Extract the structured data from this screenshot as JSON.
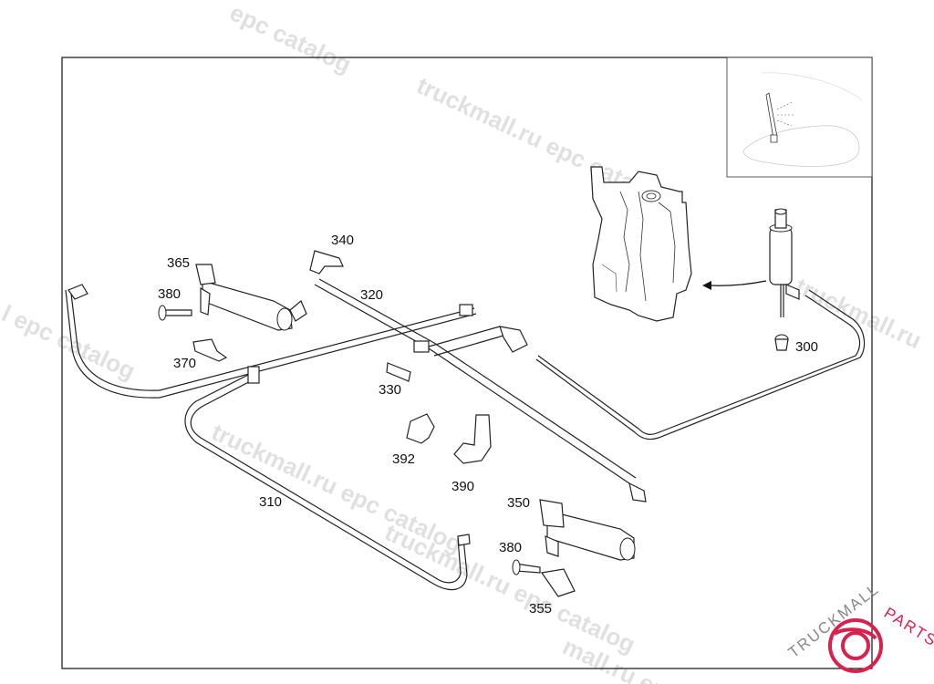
{
  "labels": {
    "p300": "300",
    "p310": "310",
    "p320": "320",
    "p330": "330",
    "p340": "340",
    "p350": "350",
    "p355": "355",
    "p365": "365",
    "p370": "370",
    "p380_top": "380",
    "p380_bottom": "380",
    "p390": "390",
    "p392": "392"
  },
  "watermark": {
    "text_1": "epc catalog",
    "text_2": "truckmall.ru epc catalog",
    "text_3": "l epc catalog",
    "text_4": "truckmall.ru epc catalog",
    "text_5": "truckmall.ru",
    "text_6": "mall.ru epc",
    "text_7": "truckmall.ru epc catalog"
  },
  "logo": {
    "word_a": "TRUCKMALL",
    "word_b": "PARTS",
    "color_a": "#888888",
    "color_b": "#d9214e"
  }
}
